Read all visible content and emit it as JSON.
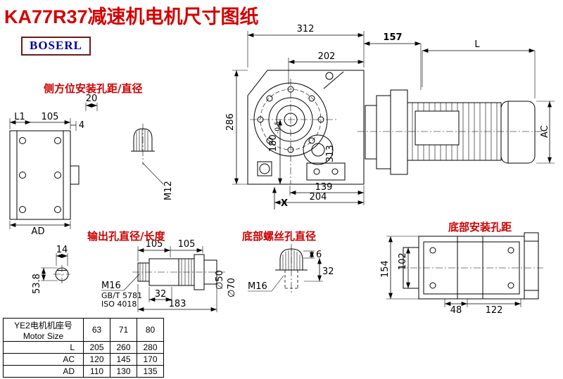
{
  "title": "KA77R37减速机电机尺寸图纸",
  "logo": "BOSERL",
  "colors": {
    "accent_red": "#d40000",
    "logo_blue": "#0000a0",
    "logo_border": "#6b1a1a",
    "line": "#000000"
  },
  "labels": {
    "side_mount": "侧方位安装孔距/直径",
    "output": "输出孔直径/长度",
    "bottom_screw": "底部螺丝孔直径",
    "bottom_mount": "底部安装孔距"
  },
  "dims": {
    "front_width": "312",
    "front_inner_width": "202",
    "adapter_len": "157",
    "motor_len": "L",
    "front_height": "286",
    "axis_height": "180",
    "axis_height_tol": "-0.5",
    "holes": "313",
    "base_inner": "139",
    "base_width": "204",
    "x_ref": "X",
    "side_hole_depth": "20",
    "side_hole_thread": "M12",
    "left_l1": "L1",
    "left_105": "105",
    "left_4": "4",
    "left_ad": "AD",
    "key_width": "14",
    "key_height": "53.8",
    "shaft_105a": "105",
    "shaft_105b": "105",
    "shaft_thread": "M16",
    "shaft_std1": "GB/T 5781",
    "shaft_std2": "ISO 4018",
    "shaft_32": "32",
    "shaft_183": "183",
    "shaft_d50": "∅50",
    "shaft_d70": "∅70",
    "bottom_thread": "M16",
    "bottom_6": "6",
    "bottom_32": "32",
    "bottom_154": "154",
    "bottom_102": "102",
    "bottom_48": "48",
    "bottom_122": "122",
    "ac": "AC"
  },
  "table": {
    "header_cn": "YE2电机机座号",
    "header_en": "Motor Size",
    "sizes": [
      "63",
      "71",
      "80"
    ],
    "rows": [
      {
        "label": "L",
        "values": [
          "205",
          "260",
          "280"
        ]
      },
      {
        "label": "AC",
        "values": [
          "120",
          "145",
          "170"
        ]
      },
      {
        "label": "AD",
        "values": [
          "110",
          "130",
          "135"
        ]
      }
    ]
  }
}
